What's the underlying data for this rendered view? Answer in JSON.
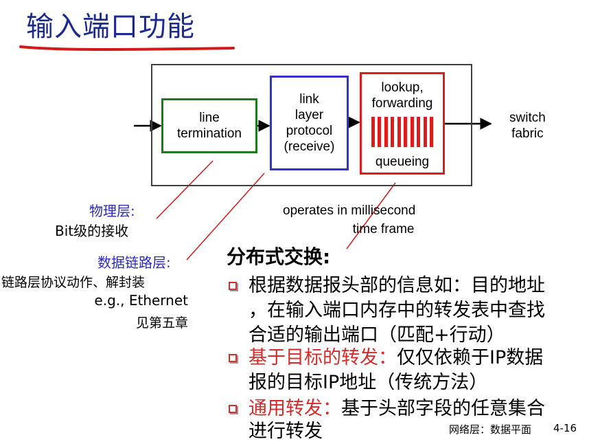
{
  "title": "输入端口功能",
  "colors": {
    "title": "#1c2a8c",
    "line_termination": "#1f7a1f",
    "link_layer": "#3333cc",
    "lookup": "#e01b1b",
    "accent_red": "#d42a2a",
    "annotation_blue": "#2b2bb8"
  },
  "diagram": {
    "line_termination": [
      "line",
      "termination"
    ],
    "link_layer": [
      "link",
      "layer",
      "protocol",
      "(receive)"
    ],
    "lookup": {
      "top": [
        "lookup,",
        "forwarding"
      ],
      "bottom": "queueing"
    },
    "switch_fabric": [
      "switch",
      "fabric"
    ],
    "operates": [
      "operates in millisecond",
      "time frame"
    ]
  },
  "annotations": {
    "physical": {
      "title": "物理层:",
      "desc": "Bit级的接收"
    },
    "datalink": {
      "title": "数据链路层:",
      "desc": "链路层协议动作、解封装",
      "example": "e.g., Ethernet",
      "ref": "见第五章"
    }
  },
  "right_panel": {
    "heading": "分布式交换:",
    "bullets": [
      {
        "lines": [
          "根据数据报头部的信息如：目的地址",
          "，在输入端口内存中的转发表中查找",
          "合适的输出端口（匹配+行动）"
        ]
      },
      {
        "red": "基于目标的转发：",
        "rest": "仅仅依赖于IP数据",
        "lines": [
          "报的目标IP地址（传统方法）"
        ]
      },
      {
        "red": "通用转发：",
        "rest": "基于头部字段的任意集合",
        "lines": [
          "进行转发"
        ]
      }
    ]
  },
  "footer": {
    "label": "网络层：数据平面",
    "page": "4-16"
  }
}
